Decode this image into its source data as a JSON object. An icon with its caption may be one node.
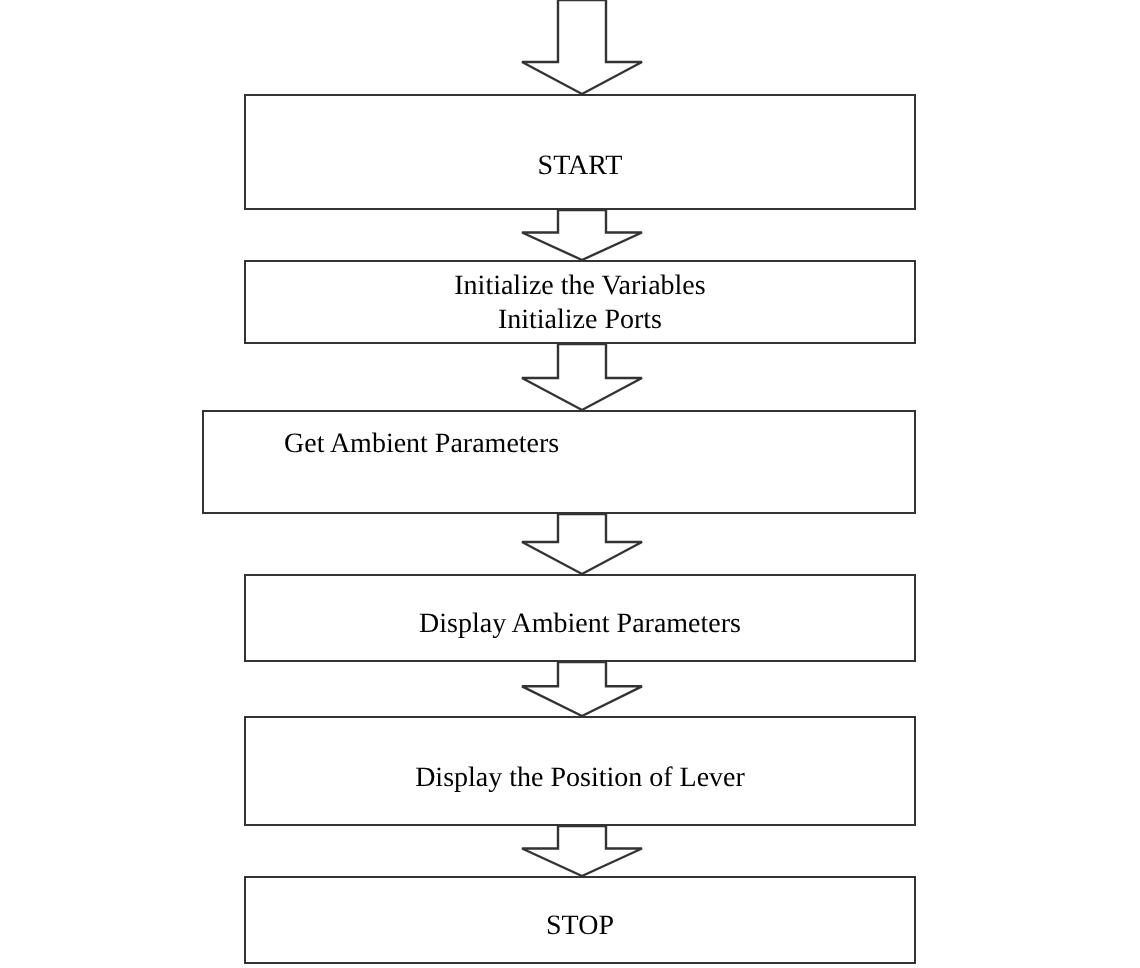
{
  "diagram": {
    "nodes": [
      {
        "text": [
          "START"
        ]
      },
      {
        "text": [
          "Initialize the Variables",
          "Initialize Ports"
        ]
      },
      {
        "text": [
          "Get Ambient Parameters"
        ]
      },
      {
        "text": [
          "Display Ambient Parameters"
        ]
      },
      {
        "text": [
          "Display the Position of Lever"
        ]
      },
      {
        "text": [
          "STOP"
        ]
      }
    ],
    "edges": [
      {
        "from": null,
        "to": 0,
        "arrow": "to"
      },
      {
        "from": 0,
        "to": 1,
        "arrow": "to"
      },
      {
        "from": 1,
        "to": 2,
        "arrow": "to"
      },
      {
        "from": 2,
        "to": 3,
        "arrow": "to"
      },
      {
        "from": 3,
        "to": 4,
        "arrow": "to"
      },
      {
        "from": 4,
        "to": 5,
        "arrow": "to"
      }
    ]
  }
}
